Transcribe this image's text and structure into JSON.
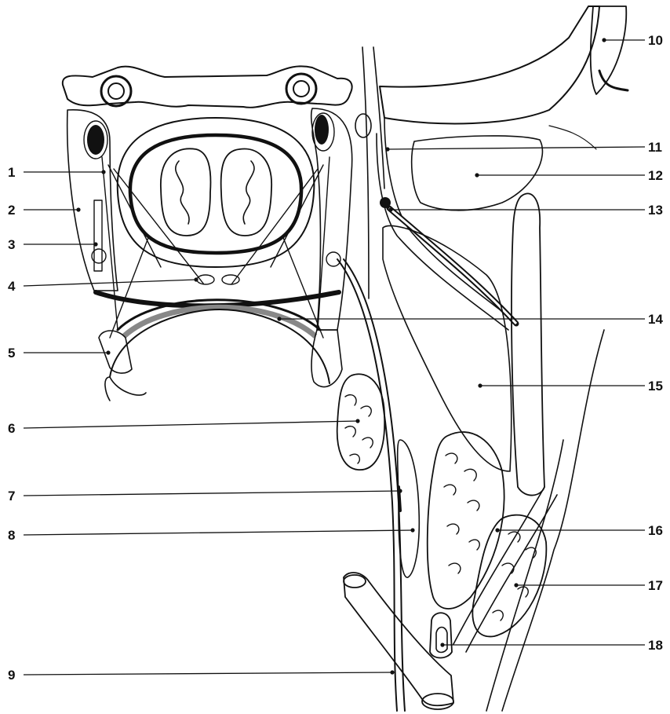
{
  "figure": {
    "colors": {
      "ink": "#111111",
      "shading": "#bdbdbd",
      "background": "#ffffff"
    },
    "labels": [
      {
        "id": "1",
        "text": "1"
      },
      {
        "id": "2",
        "text": "2"
      },
      {
        "id": "3",
        "text": "3"
      },
      {
        "id": "4",
        "text": "4"
      },
      {
        "id": "5",
        "text": "5"
      },
      {
        "id": "6",
        "text": "6"
      },
      {
        "id": "7",
        "text": "7"
      },
      {
        "id": "8",
        "text": "8"
      },
      {
        "id": "9",
        "text": "9"
      },
      {
        "id": "10",
        "text": "10"
      },
      {
        "id": "11",
        "text": "11"
      },
      {
        "id": "12",
        "text": "12"
      },
      {
        "id": "13",
        "text": "13"
      },
      {
        "id": "14",
        "text": "14"
      },
      {
        "id": "15",
        "text": "15"
      },
      {
        "id": "16",
        "text": "16"
      },
      {
        "id": "17",
        "text": "17"
      },
      {
        "id": "18",
        "text": "18"
      }
    ]
  }
}
